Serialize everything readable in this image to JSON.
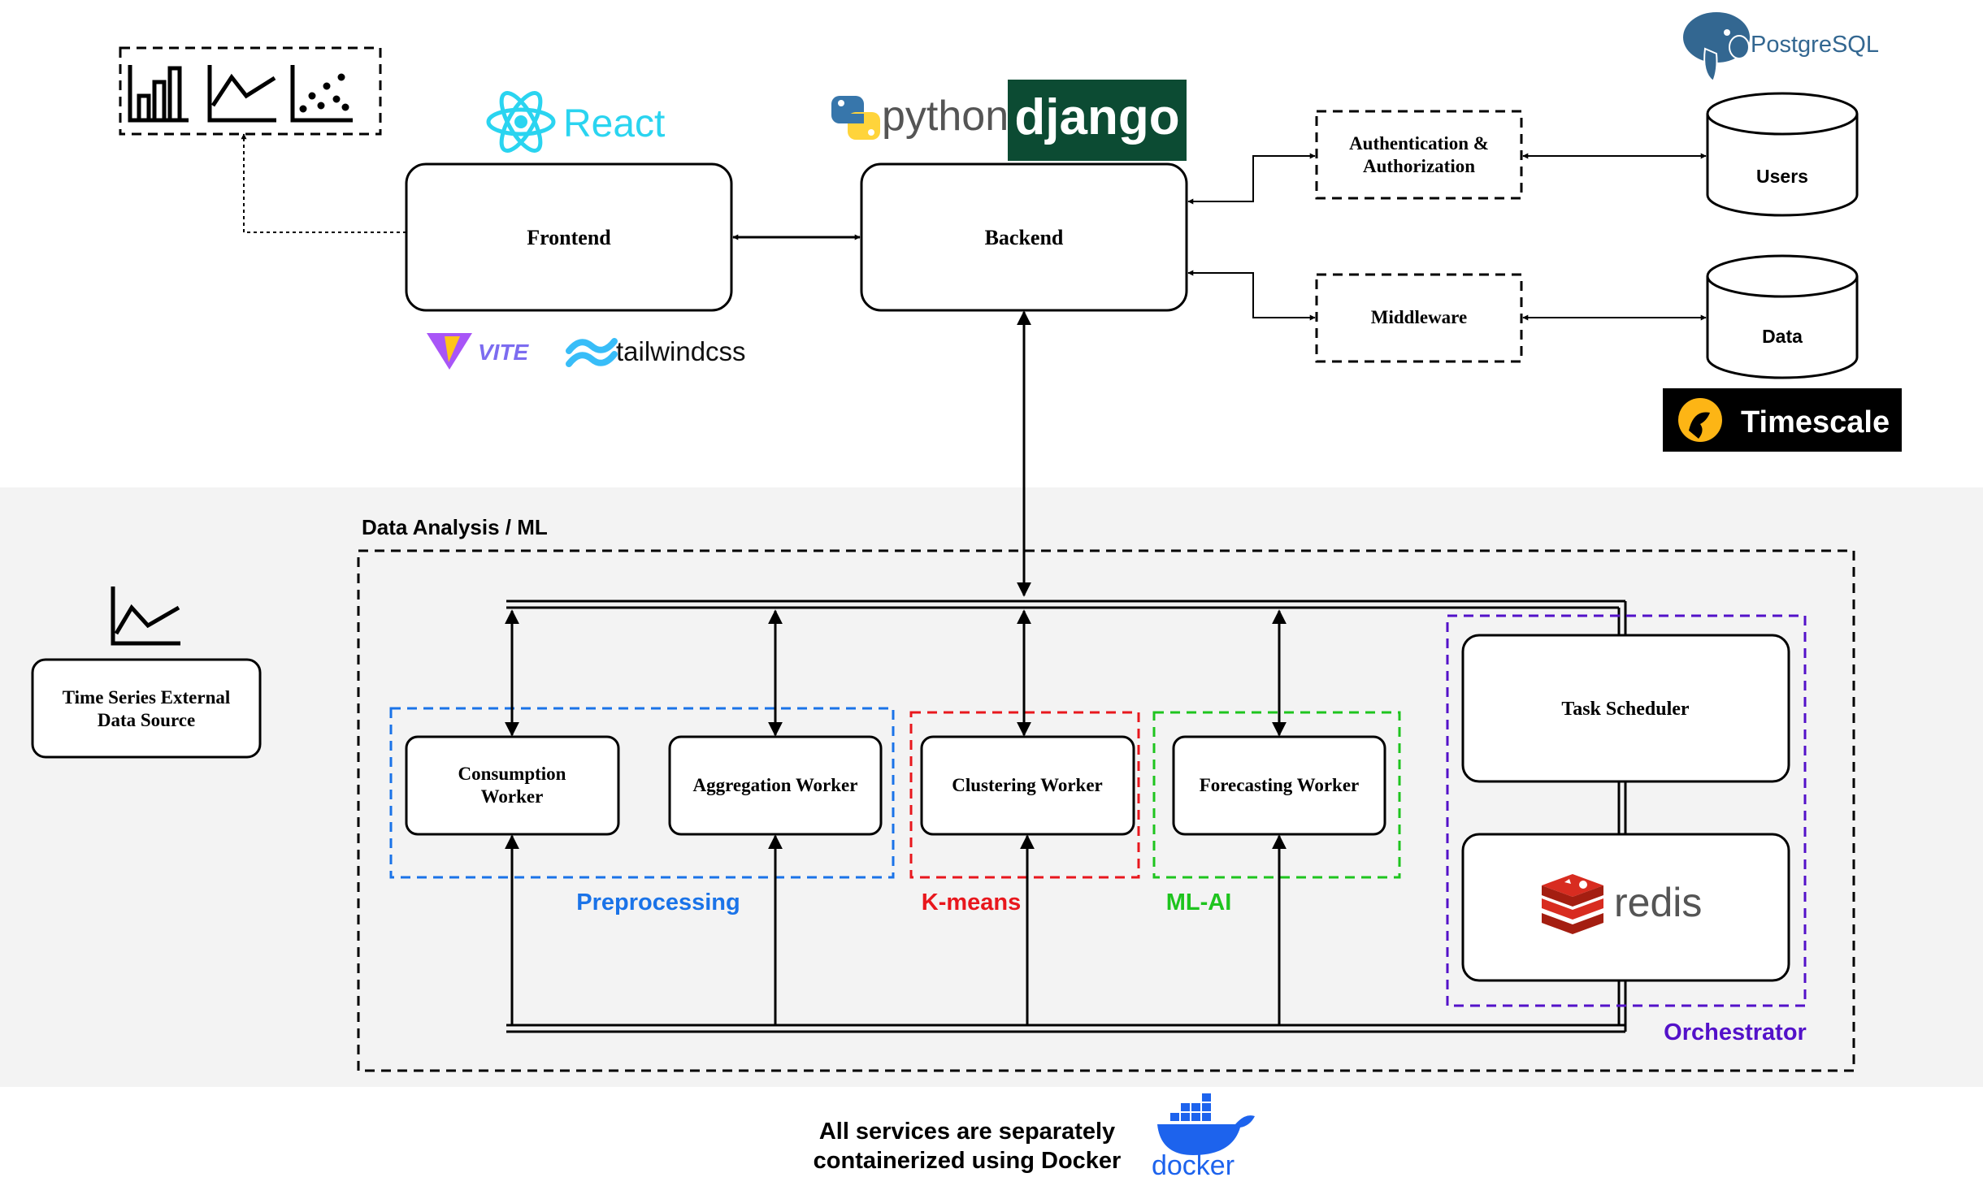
{
  "components": {
    "frontend": "Frontend",
    "backend": "Backend",
    "auth": [
      "Authentication &",
      "Authorization"
    ],
    "middleware": "Middleware",
    "db_users": "Users",
    "db_data": "Data",
    "external": [
      "Time Series External",
      "Data Source"
    ],
    "consumption": [
      "Consumption",
      "Worker"
    ],
    "aggregation": "Aggregation Worker",
    "clustering": "Clustering Worker",
    "forecasting": "Forecasting Worker",
    "task_scheduler": "Task Scheduler"
  },
  "groups": {
    "analysis": "Data Analysis / ML",
    "preprocessing": "Preprocessing",
    "kmeans": "K-means",
    "mlai": "ML-AI",
    "orchestrator": "Orchestrator"
  },
  "logos": {
    "react": "React",
    "python": "python",
    "django": "django",
    "vite": "VITE",
    "tailwind": "tailwindcss",
    "postgres": "PostgreSQL",
    "timescale": "Timescale",
    "redis": "redis",
    "docker": "docker"
  },
  "footer": [
    "All services are separately",
    "containerized using Docker"
  ],
  "colors": {
    "preprocessing": "#1a73e8",
    "kmeans": "#e8171d",
    "mlai": "#1ec41e",
    "orchestrator": "#5311c9",
    "react": "#2ad4f0",
    "django": "#0c4b33",
    "redis": "#d82c20",
    "docker": "#1d63ed",
    "panel": "#f3f3f3"
  }
}
